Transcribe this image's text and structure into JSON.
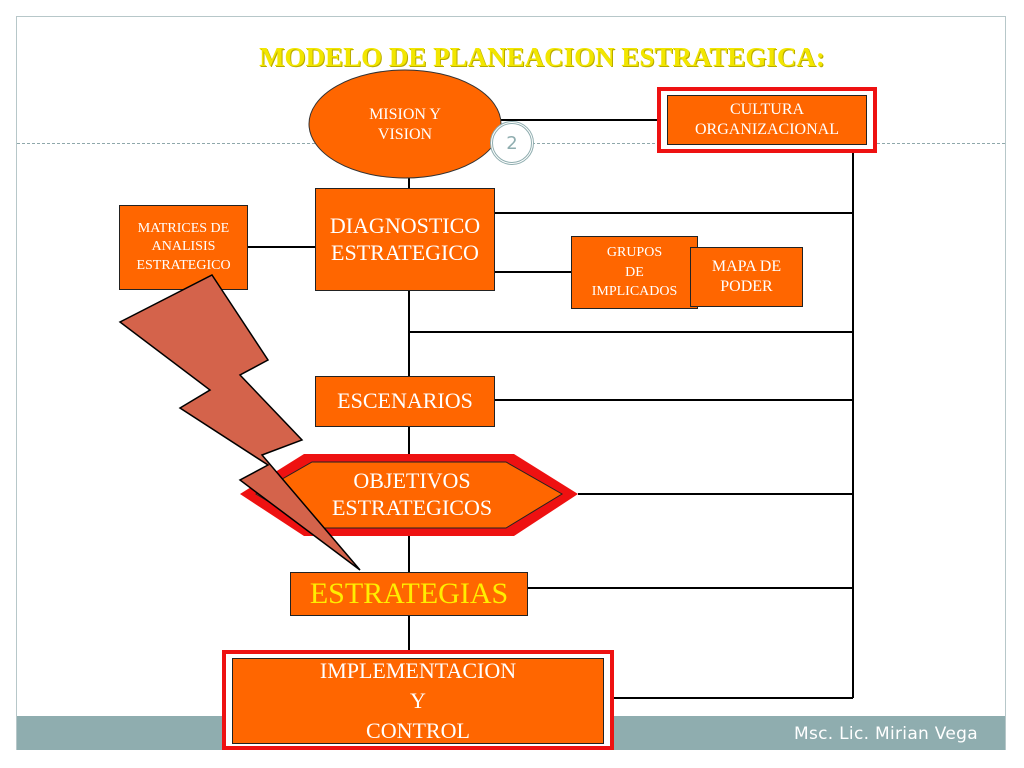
{
  "title": "MODELO DE PLANEACION ESTRATEGICA:",
  "page_number": "2",
  "footer": {
    "author": "Msc. Lic. Mirian Vega"
  },
  "nodes": {
    "mision": [
      "MISION Y",
      "VISION"
    ],
    "cultura": [
      "CULTURA",
      "ORGANIZACIONAL"
    ],
    "diagnostico": [
      "DIAGNOSTICO",
      "ESTRATEGICO"
    ],
    "matrices": [
      "MATRICES DE",
      "ANALISIS",
      "ESTRATEGICO"
    ],
    "grupos": [
      "GRUPOS",
      "DE",
      "IMPLICADOS"
    ],
    "mapa": [
      "MAPA DE",
      "PODER"
    ],
    "escenarios": "ESCENARIOS",
    "objetivos": [
      "OBJETIVOS",
      "ESTRATEGICOS"
    ],
    "estrategias": "ESTRATEGIAS",
    "implementacion": [
      "IMPLEMENTACION",
      "Y",
      "CONTROL"
    ]
  },
  "colors": {
    "node_fill": "#ff6600",
    "highlight_border": "#ee1111",
    "title": "#f2e600",
    "lightning": "#d4634b"
  }
}
